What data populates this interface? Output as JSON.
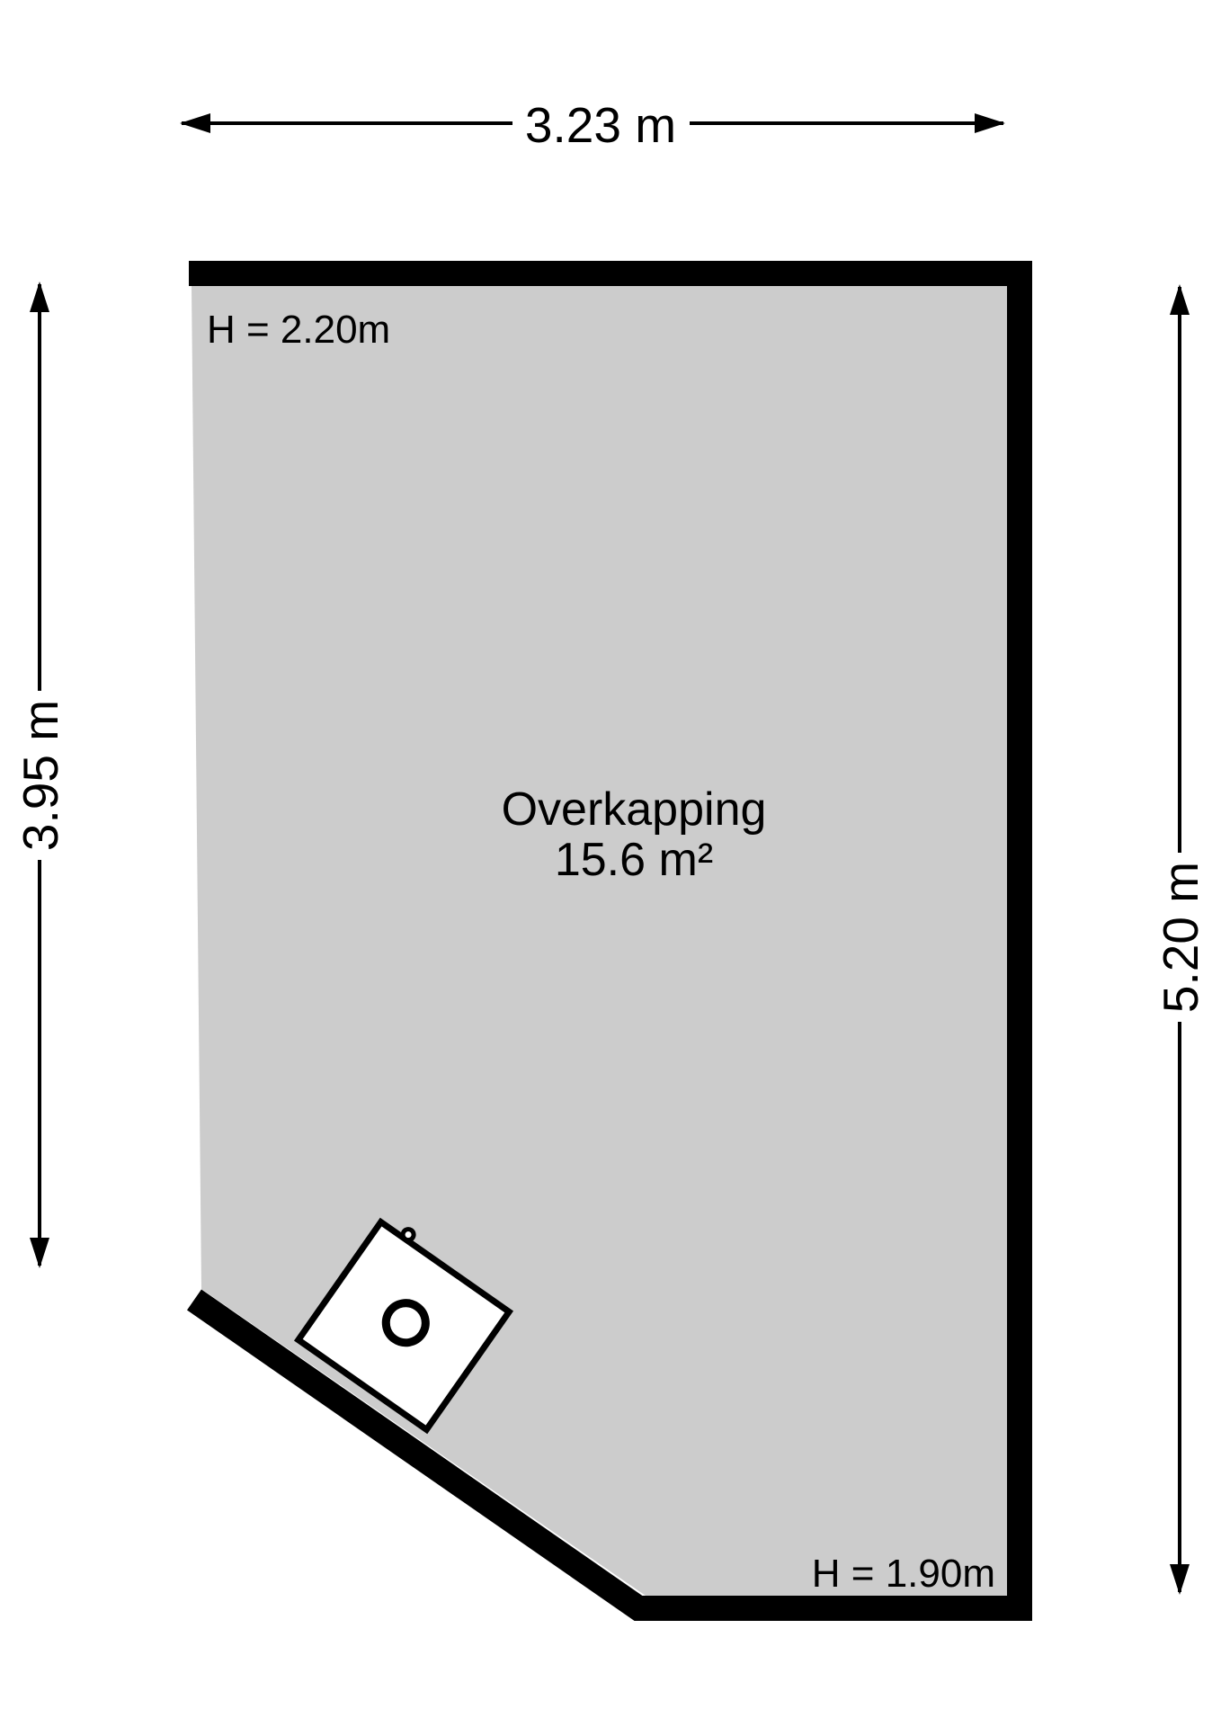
{
  "floorplan": {
    "room": {
      "name": "Overkapping",
      "area": "15.6 m²"
    },
    "heights": {
      "top_left": "H = 2.20m",
      "bottom_right": "H = 1.90m"
    },
    "dimensions": {
      "top": "3.23 m",
      "left": "3.95 m",
      "right": "5.20 m"
    },
    "objects": [
      {
        "name": "stove",
        "shape": "rotated-square-with-burner-circle"
      }
    ],
    "colors": {
      "floor": "#cccccc",
      "wall": "#000000",
      "text": "#000000",
      "background": "#ffffff",
      "furniture_fill": "#ffffff"
    }
  }
}
